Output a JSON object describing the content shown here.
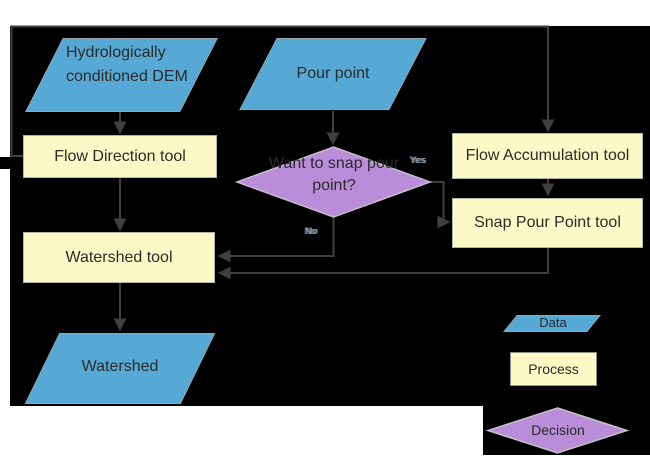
{
  "diagram": {
    "nodes": {
      "dem": {
        "label": "Hydrologically conditioned DEM",
        "type": "data"
      },
      "pour_point": {
        "label": "Pour point",
        "type": "data"
      },
      "flow_direction": {
        "label": "Flow Direction tool",
        "type": "process"
      },
      "flow_accumulation": {
        "label": "Flow Accumulation tool",
        "type": "process"
      },
      "snap_pour_point": {
        "label": "Snap Pour Point tool",
        "type": "process"
      },
      "snap_decision": {
        "label": "Want to snap pour point?",
        "type": "decision"
      },
      "watershed_tool": {
        "label": "Watershed tool",
        "type": "process"
      },
      "watershed": {
        "label": "Watershed",
        "type": "data"
      }
    },
    "edge_labels": {
      "yes": "Yes",
      "no": "No"
    },
    "legend": {
      "data_label": "Data",
      "process_label": "Process",
      "decision_label": "Decision"
    },
    "colors": {
      "background": "#ffffff",
      "panel": "#000000",
      "data_fill": "#57a9d5",
      "process_fill": "#fbf9c5",
      "decision_fill": "#ba8dd9",
      "connector": "#3f3f3f",
      "text": "#2b2b2b"
    }
  }
}
